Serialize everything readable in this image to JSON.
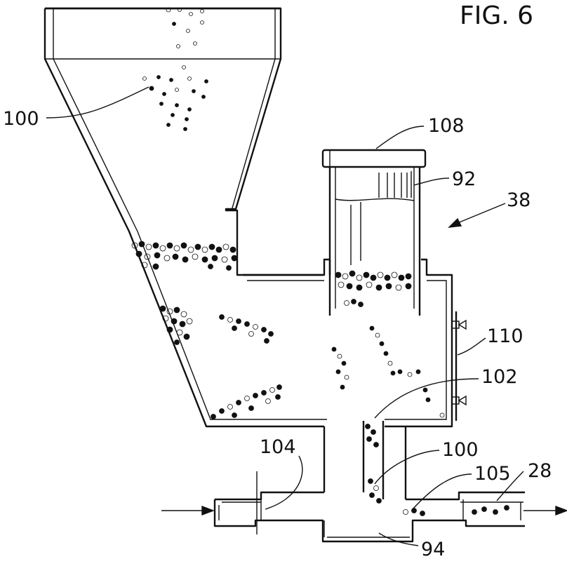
{
  "figure": {
    "title": "FIG. 6"
  },
  "labels": {
    "pellets_upper": "100",
    "cap": "108",
    "tube": "92",
    "apparatus": "38",
    "side_plate": "110",
    "passage": "102",
    "inlet": "104",
    "pellets_lower": "100",
    "outlet_particles": "105",
    "outlet_line": "28",
    "conduit": "94"
  }
}
